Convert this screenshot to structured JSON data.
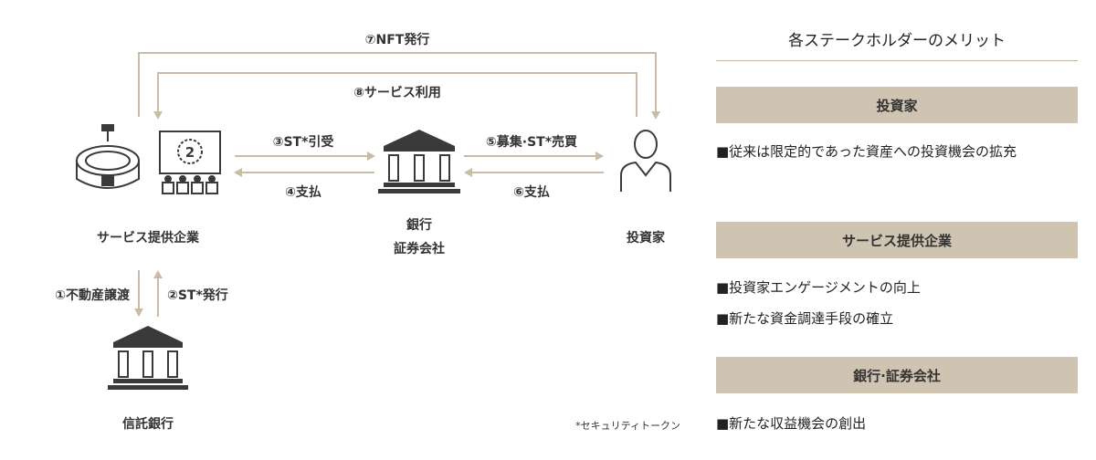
{
  "flows": {
    "nft": "⑦NFT発行",
    "service_use": "⑧サービス利用",
    "st_underwrite": "③ST*引受",
    "pay4": "④支払",
    "recruit": "⑤募集·ST*売買",
    "pay6": "⑥支払",
    "real_estate": "①不動産譲渡",
    "st_issue": "②ST*発行"
  },
  "nodes": {
    "service_company": "サービス提供企業",
    "bank_line1": "銀行",
    "bank_line2": "証券会社",
    "investor": "投資家",
    "trust_bank": "信託銀行"
  },
  "footnote": "*セキュリティトークン",
  "panel": {
    "title": "各ステークホルダーのメリット",
    "sections": [
      {
        "heading": "投資家",
        "items": [
          "■従来は限定的であった資産への投資機会の拡充"
        ]
      },
      {
        "heading": "サービス提供企業",
        "items": [
          "■投資家エンゲージメントの向上",
          "■新たな資金調達手段の確立"
        ]
      },
      {
        "heading": "銀行·証券会社",
        "items": [
          "■新たな収益機会の創出"
        ]
      }
    ]
  },
  "colors": {
    "arrow": "#c9bca6",
    "header_bg": "#cfc4b2",
    "icon": "#3a3a3a"
  }
}
